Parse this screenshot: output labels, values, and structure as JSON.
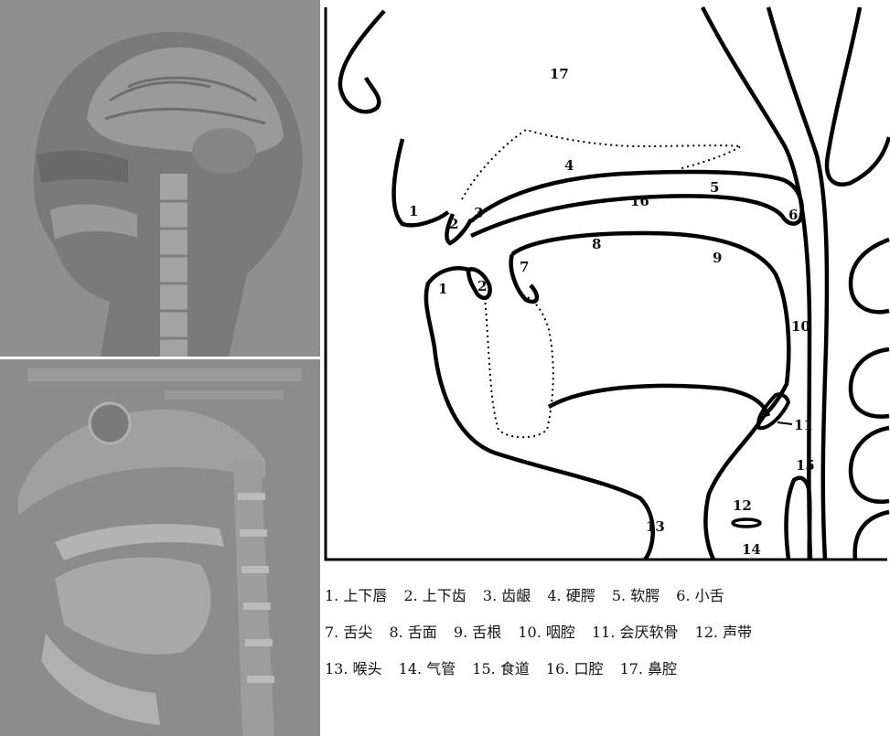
{
  "diagram": {
    "labels": {
      "n1_upper": "1",
      "n2_upper": "2",
      "n3": "3",
      "n4": "4",
      "n5": "5",
      "n6": "6",
      "n16": "16",
      "n17": "17",
      "n8": "8",
      "n9": "9",
      "n7": "7",
      "n1_lower": "1",
      "n2_lower": "2",
      "n10": "10",
      "n11": "11",
      "n15": "15",
      "n12": "12",
      "n13": "13",
      "n14": "14"
    }
  },
  "legend": {
    "rows": [
      [
        "1. 上下唇",
        "2. 上下齿",
        "3. 齿龈",
        "4. 硬腭",
        "5. 软腭",
        "6. 小舌"
      ],
      [
        "7. 舌尖",
        "8. 舌面",
        "9. 舌根",
        "10. 咽腔",
        "11. 会厌软骨",
        "12. 声带"
      ],
      [
        "13. 喉头",
        "14. 气管",
        "15. 食道",
        "16. 口腔",
        "17. 鼻腔"
      ]
    ]
  }
}
